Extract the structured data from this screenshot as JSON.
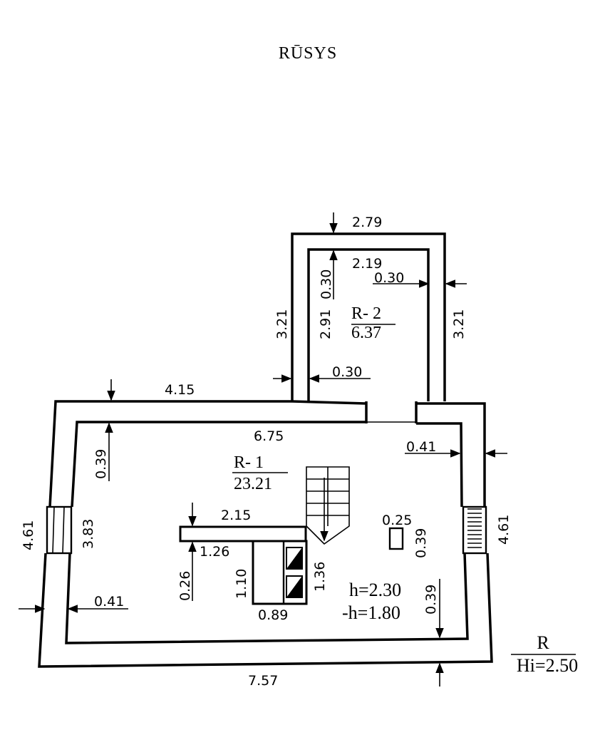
{
  "title": "RŪSYS",
  "rooms": {
    "r2": {
      "label": "R- 2",
      "area": "6.37"
    },
    "r1": {
      "label": "R- 1",
      "area": "23.21"
    }
  },
  "heights": {
    "h": "h=2.30",
    "minus_h": "-h=1.80"
  },
  "legend": {
    "label": "R",
    "hi": "Hi=2.50"
  },
  "dimensions": {
    "r2_outer_width": "2.79",
    "r2_inner_width": "2.19",
    "r2_top_wall": "0.30",
    "r2_right_wall": "0.30",
    "r2_left_outer_height": "3.21",
    "r2_inner_height": "2.91",
    "r2_right_outer_height": "3.21",
    "r2_bottom_wall": "0.30",
    "r1_left_length": "4.15",
    "r1_inner_width": "6.75",
    "r1_top_wall": "0.39",
    "r1_right_wall": "0.41",
    "r1_left_outer_height": "4.61",
    "r1_inner_height": "3.83",
    "r1_right_outer_height": "4.61",
    "ledge_length": "2.15",
    "ledge_offset": "1.26",
    "ledge_depth": "0.26",
    "stove_height": "1.10",
    "stove_width": "0.89",
    "stove_depth": "1.36",
    "r1_left_wall": "0.41",
    "column_width": "0.25",
    "column_depth": "0.39",
    "r1_bottom_wall": "0.39",
    "r1_outer_width": "7.57"
  }
}
